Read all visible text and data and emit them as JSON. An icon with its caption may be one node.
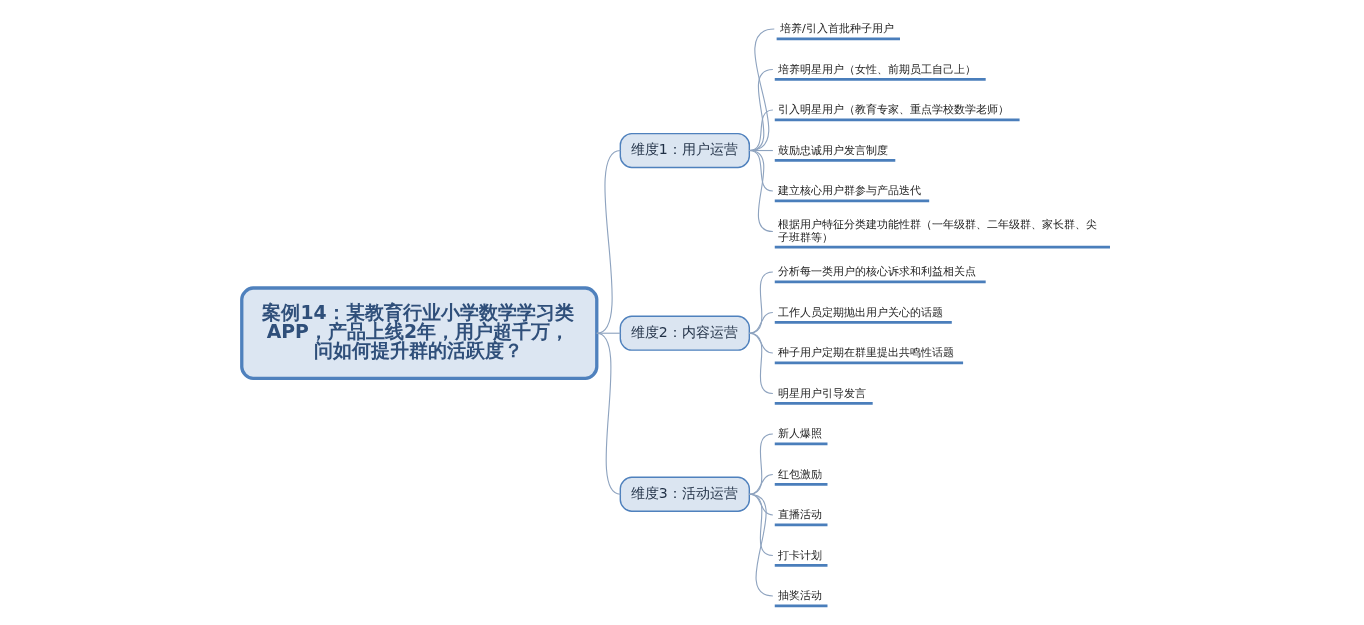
{
  "diagram": {
    "nodes": [
      {
        "text": [
          "案例14：某教育行业小学数学学习类APP，产品上线2年，用户超千万，问如何提升群的活跃度？"
        ]
      },
      {
        "text": [
          "维度1：用户运营"
        ]
      },
      {
        "text": [
          "培养/引入首批种子用户"
        ]
      },
      {
        "text": [
          "培养明星用户（女性、前期员工自己上）"
        ]
      },
      {
        "text": [
          "引入明星用户（教育专家、重点学校数学老师）"
        ]
      },
      {
        "text": [
          "鼓励忠诚用户发言制度"
        ]
      },
      {
        "text": [
          "建立核心用户群参与产品迭代"
        ]
      },
      {
        "text": [
          "根据用户特征分类建功能性群（一年级群、二年级群、家长群、尖子班群等）"
        ]
      },
      {
        "text": [
          "维度2：内容运营"
        ]
      },
      {
        "text": [
          "分析每一类用户的核心诉求和利益相关点"
        ]
      },
      {
        "text": [
          "工作人员定期抛出用户关心的话题"
        ]
      },
      {
        "text": [
          "种子用户定期在群里提出共鸣性话题"
        ]
      },
      {
        "text": [
          "明星用户引导发言"
        ]
      },
      {
        "text": [
          "维度3：活动运营"
        ]
      },
      {
        "text": [
          "新人爆照"
        ]
      },
      {
        "text": [
          "红包激励"
        ]
      },
      {
        "text": [
          "直播活动"
        ]
      },
      {
        "text": [
          "打卡计划"
        ]
      },
      {
        "text": [
          "抽奖活动"
        ]
      }
    ],
    "edges": [
      {
        "from": 0,
        "to": 1,
        "arrow": "none"
      },
      {
        "from": 1,
        "to": 2,
        "arrow": "none"
      },
      {
        "from": 1,
        "to": 3,
        "arrow": "none"
      },
      {
        "from": 1,
        "to": 4,
        "arrow": "none"
      },
      {
        "from": 1,
        "to": 5,
        "arrow": "none"
      },
      {
        "from": 1,
        "to": 6,
        "arrow": "none"
      },
      {
        "from": 1,
        "to": 7,
        "arrow": "none"
      },
      {
        "from": 0,
        "to": 8,
        "arrow": "none"
      },
      {
        "from": 8,
        "to": 9,
        "arrow": "none"
      },
      {
        "from": 8,
        "to": 10,
        "arrow": "none"
      },
      {
        "from": 8,
        "to": 11,
        "arrow": "none"
      },
      {
        "from": 8,
        "to": 12,
        "arrow": "none"
      },
      {
        "from": 0,
        "to": 13,
        "arrow": "none"
      },
      {
        "from": 13,
        "to": 14,
        "arrow": "none"
      },
      {
        "from": 13,
        "to": 15,
        "arrow": "none"
      },
      {
        "from": 13,
        "to": 16,
        "arrow": "none"
      },
      {
        "from": 13,
        "to": 17,
        "arrow": "none"
      },
      {
        "from": 13,
        "to": 18,
        "arrow": "none"
      }
    ]
  }
}
